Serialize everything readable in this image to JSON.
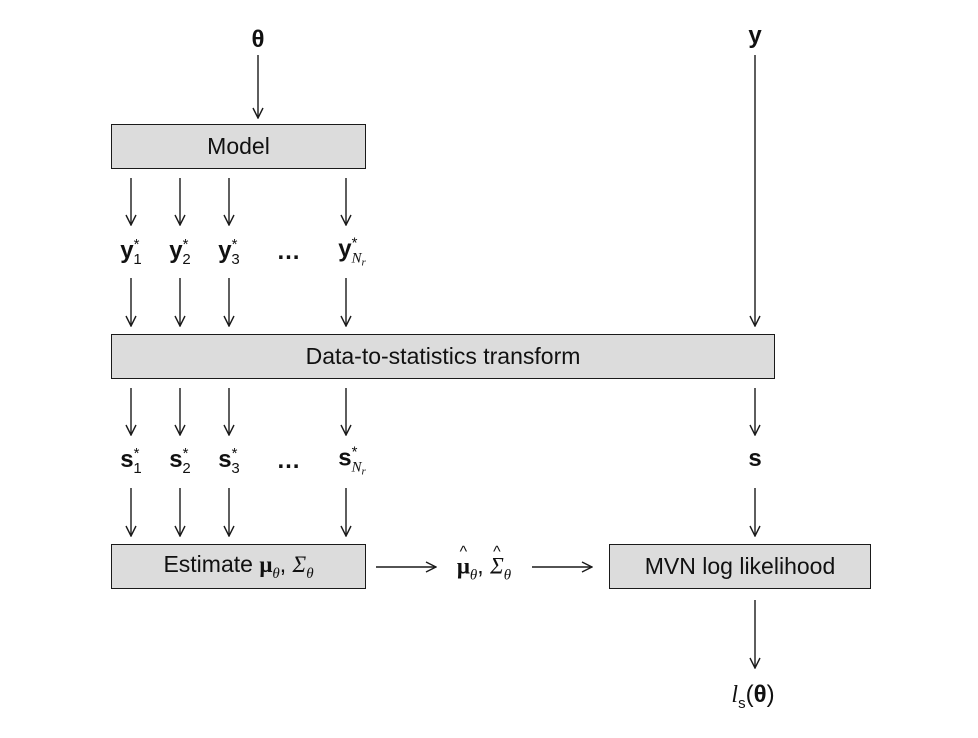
{
  "inputs": {
    "theta": "θ",
    "y": "y"
  },
  "boxes": {
    "model": "Model",
    "transform": "Data-to-statistics transform",
    "estimate_prefix": "Estimate ",
    "estimate_mu": "μ",
    "estimate_sub": "θ",
    "estimate_sep": ", ",
    "estimate_sigma": "Σ",
    "mvn": "MVN log likelihood"
  },
  "replicates": {
    "y_symbol": "y",
    "s_symbol": "s",
    "star": "*",
    "indices": [
      "1",
      "2",
      "3"
    ],
    "ellipsis": "…",
    "last_index_main": "N",
    "last_index_sub": "r"
  },
  "estimates": {
    "mu_hat": "μ",
    "sigma_hat": "Σ",
    "hat": "^",
    "sub": "θ",
    "sep": ", "
  },
  "observed_stat": "s",
  "output": {
    "l": "l",
    "sub": "s",
    "arg_open": "(",
    "arg": "θ",
    "arg_close": ")"
  }
}
